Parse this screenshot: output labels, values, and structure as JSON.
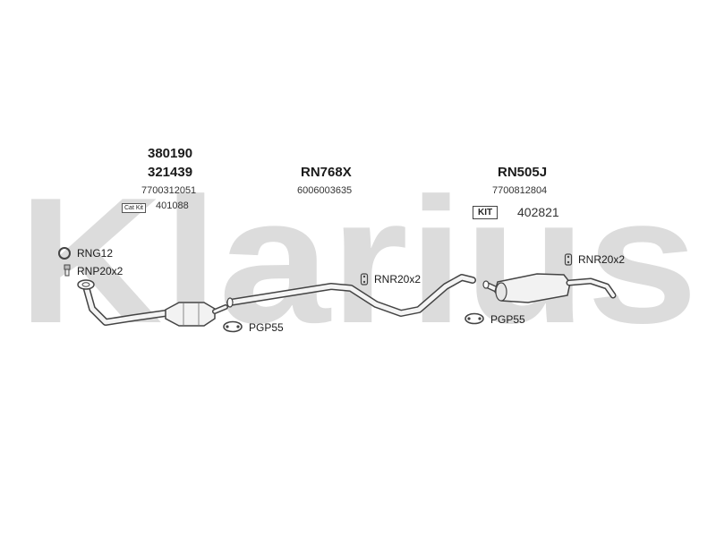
{
  "watermark": {
    "text": "Klarius",
    "color": "#dcdcdc"
  },
  "colors": {
    "pipe_stroke": "#444444",
    "pipe_fill": "#f2f2f2",
    "text": "#1a1a1a"
  },
  "groups": [
    {
      "codes": [
        "380190",
        "321439"
      ],
      "oe": "7700312051",
      "kit_badge": "Cat Kit",
      "kit_number": "401088"
    },
    {
      "codes": [
        "RN768X"
      ],
      "oe": "6006003635"
    },
    {
      "codes": [
        "RN505J"
      ],
      "oe": "7700812804",
      "kit_badge": "KIT",
      "kit_number": "402821"
    }
  ],
  "fittings": [
    {
      "label": "RNG12",
      "icon": "ring-gasket-icon"
    },
    {
      "label": "RNP20x2",
      "icon": "rubber-mount-icon"
    },
    {
      "label": "PGP55",
      "icon": "pipe-clamp-icon"
    },
    {
      "label": "RNR20x2",
      "icon": "rubber-hanger-icon"
    },
    {
      "label": "PGP55",
      "icon": "pipe-clamp-icon"
    },
    {
      "label": "RNR20x2",
      "icon": "rubber-hanger-icon"
    }
  ]
}
